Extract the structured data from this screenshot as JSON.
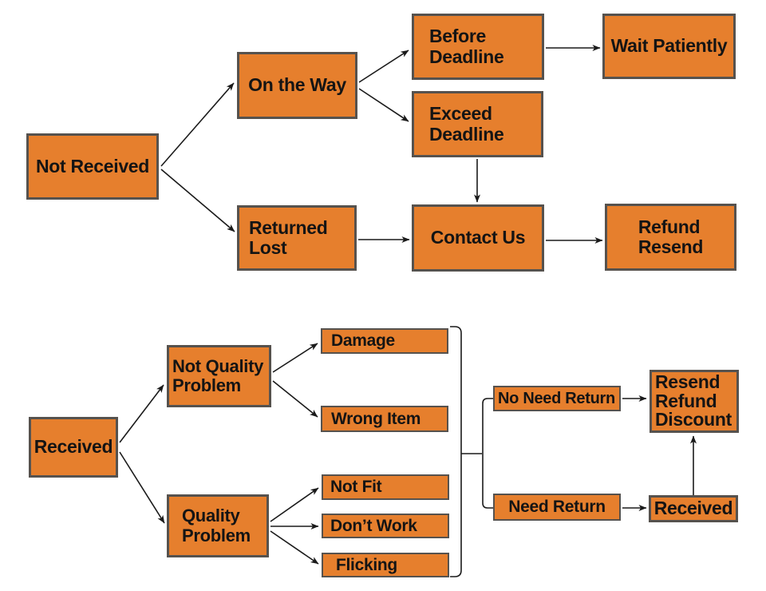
{
  "colors": {
    "node_fill": "#E67F2D",
    "node_border": "#56524E",
    "connector": "#1A1A1A",
    "background": "#FFFFFF"
  },
  "nodes": {
    "not_received": "Not Received",
    "on_the_way": "On the Way",
    "returned_lost": "Returned\nLost",
    "before_deadline": "Before\nDeadline",
    "wait_patiently": "Wait Patiently",
    "exceed_deadline": "Exceed\nDeadline",
    "contact_us": "Contact Us",
    "refund_resend": "Refund\nResend",
    "received": "Received",
    "not_quality_problem": "Not Quality\nProblem",
    "quality_problem": "Quality\nProblem",
    "damage": "Damage",
    "wrong_item": "Wrong Item",
    "not_fit": "Not Fit",
    "dont_work": "Don’t Work",
    "flicking": "Flicking",
    "no_need_return": "No Need Return",
    "need_return": "Need Return",
    "resend_refund_discount": "Resend\nRefund\nDiscount",
    "received_after_return": "Received"
  }
}
